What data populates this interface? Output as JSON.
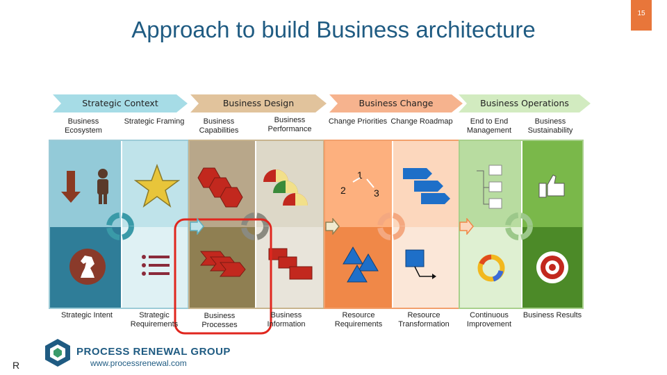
{
  "page_number": "15",
  "title": "Approach to build Business architecture",
  "stages": [
    {
      "label": "Strategic Context",
      "color": "#a6dce6"
    },
    {
      "label": "Business Design",
      "color": "#e1c39c"
    },
    {
      "label": "Business Change",
      "color": "#f6b38e"
    },
    {
      "label": "Business Operations",
      "color": "#d2ebc0"
    }
  ],
  "top_labels": [
    "Business Ecosystem",
    "Strategic Framing",
    "Business Capabilities",
    "Business Performance",
    "Change Priorities",
    "Change Roadmap",
    "End to End Management",
    "Business Sustainability"
  ],
  "bottom_labels": [
    "Strategic Intent",
    "Strategic Requirements",
    "Business Processes",
    "Business Information",
    "Resource Requirements",
    "Resource Transformation",
    "Continuous Improvement",
    "Business Results"
  ],
  "sequence_numbers": [
    "1",
    "2",
    "3"
  ],
  "logo_text": "PROCESS RENEWAL GROUP",
  "footer_url": "www.processrenewal.com",
  "footer_letter": "R",
  "colors": {
    "title": "#1f5b82",
    "highlight": "#e0261e",
    "page_badge": "#e8763a"
  }
}
